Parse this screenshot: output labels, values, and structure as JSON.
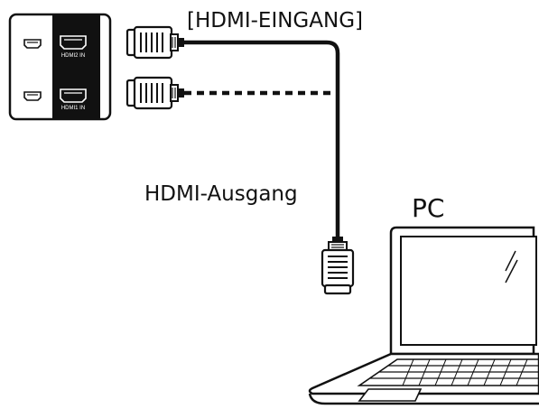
{
  "labels": {
    "hdmi_input": "[HDMI-EINGANG]",
    "hdmi_output": "HDMI-Ausgang",
    "pc": "PC"
  },
  "ports": {
    "hdmi2_in": "HDMI2 IN",
    "hdmi1_in": "HDMI1 IN"
  },
  "colors": {
    "stroke": "#111111",
    "panel_dark": "#111111",
    "background": "#ffffff"
  },
  "icons": [
    "hdmi-connector-icon",
    "laptop-icon",
    "hdmi-port-icon"
  ]
}
